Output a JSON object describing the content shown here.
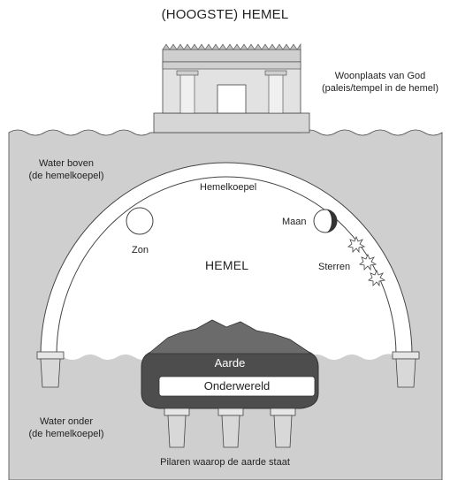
{
  "title": "(HOOGSTE) HEMEL",
  "labels": {
    "dwelling_line1": "Woonplaats van God",
    "dwelling_line2": "(paleis/tempel in de hemel)",
    "water_above_line1": "Water boven",
    "water_above_line2": "(de hemelkoepel)",
    "dome": "Hemelkoepel",
    "moon": "Maan",
    "sun": "Zon",
    "heaven": "HEMEL",
    "stars": "Sterren",
    "earth": "Aarde",
    "underworld": "Onderwereld",
    "water_below_line1": "Water onder",
    "water_below_line2": "(de hemelkoepel)",
    "pillars": "Pilaren waarop de aarde staat"
  },
  "colors": {
    "water": "#cfcfcf",
    "outline": "#444444",
    "earth": "#4d4d4d",
    "mountains": "#6b6b6b",
    "temple": "#dcdcdc"
  }
}
